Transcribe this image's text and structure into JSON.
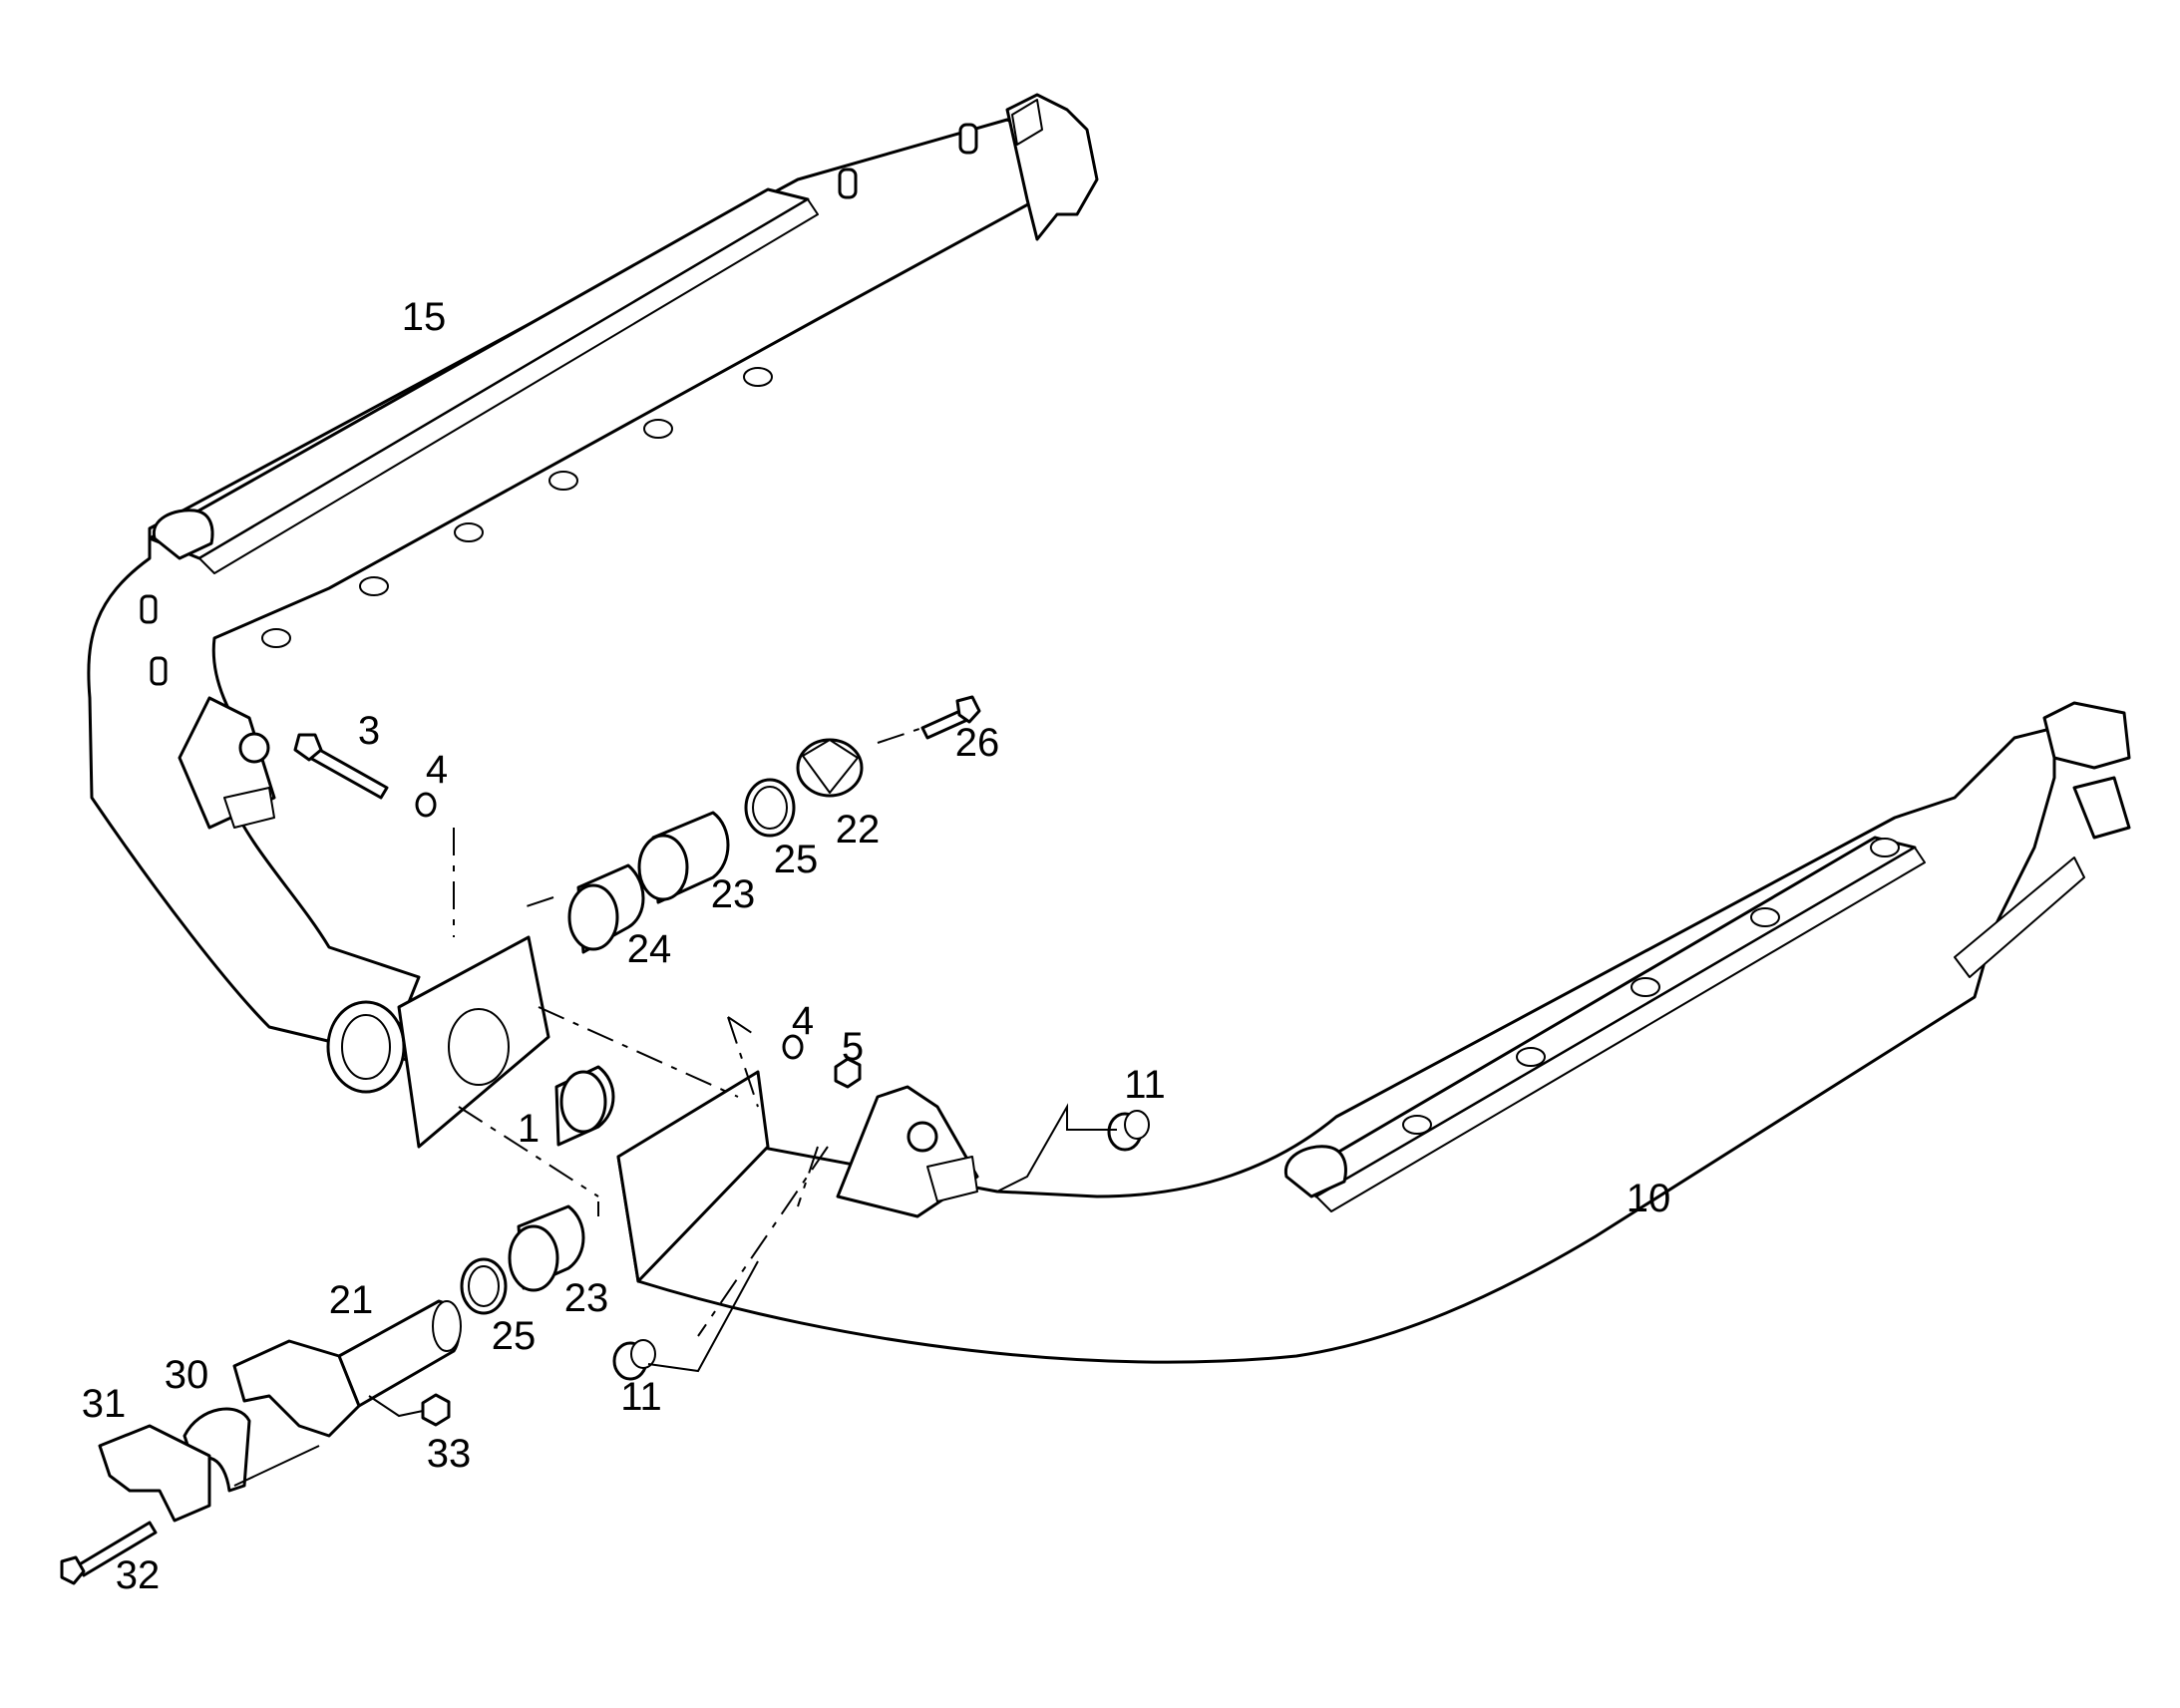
{
  "callouts": [
    {
      "id": "c15",
      "label": "15"
    },
    {
      "id": "c3",
      "label": "3"
    },
    {
      "id": "c4a",
      "label": "4"
    },
    {
      "id": "c26",
      "label": "26"
    },
    {
      "id": "c22",
      "label": "22"
    },
    {
      "id": "c25a",
      "label": "25"
    },
    {
      "id": "c23a",
      "label": "23"
    },
    {
      "id": "c24",
      "label": "24"
    },
    {
      "id": "c4b",
      "label": "4"
    },
    {
      "id": "c5",
      "label": "5"
    },
    {
      "id": "c11a",
      "label": "11"
    },
    {
      "id": "c1",
      "label": "1"
    },
    {
      "id": "c10",
      "label": "10"
    },
    {
      "id": "c21",
      "label": "21"
    },
    {
      "id": "c23b",
      "label": "23"
    },
    {
      "id": "c25b",
      "label": "25"
    },
    {
      "id": "c11b",
      "label": "11"
    },
    {
      "id": "c30",
      "label": "30"
    },
    {
      "id": "c31",
      "label": "31"
    },
    {
      "id": "c33",
      "label": "33"
    },
    {
      "id": "c32",
      "label": "32"
    }
  ]
}
